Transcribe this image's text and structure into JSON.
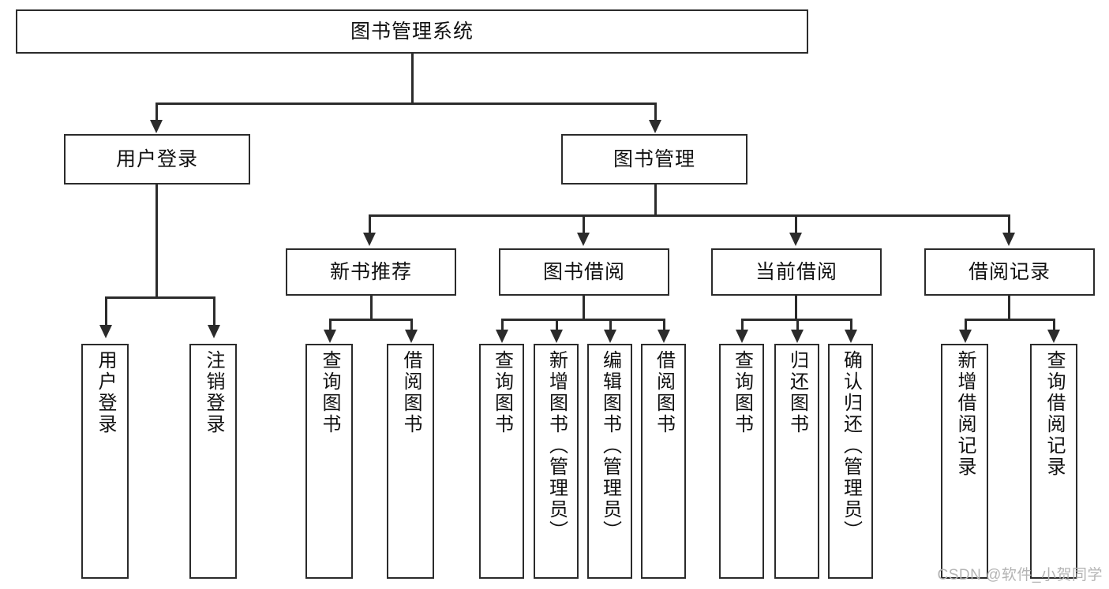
{
  "diagram": {
    "title": "图书管理系统",
    "type": "tree-hierarchy-diagram",
    "watermark": "CSDN @软件_小贺同学",
    "colors": {
      "stroke": "#2b2b2b",
      "fill": "#ffffff",
      "text": "#111111",
      "watermark": "#b4b4b4"
    }
  },
  "root": {
    "label": "图书管理系统"
  },
  "level2": [
    {
      "label": "用户登录"
    },
    {
      "label": "图书管理"
    }
  ],
  "level3": [
    {
      "label": "新书推荐"
    },
    {
      "label": "图书借阅"
    },
    {
      "label": "当前借阅"
    },
    {
      "label": "借阅记录"
    }
  ],
  "leaves": {
    "user_login": [
      {
        "label": "用户登录"
      },
      {
        "label": "注销登录"
      }
    ],
    "new_book_recommend": [
      {
        "label": "查询图书"
      },
      {
        "label": "借阅图书"
      }
    ],
    "book_borrow": [
      {
        "label": "查询图书"
      },
      {
        "label": "新增图书（管理员）"
      },
      {
        "label": "编辑图书（管理员）"
      },
      {
        "label": "借阅图书"
      }
    ],
    "current_borrow": [
      {
        "label": "查询图书"
      },
      {
        "label": "归还图书"
      },
      {
        "label": "确认归还（管理员）"
      }
    ],
    "borrow_record": [
      {
        "label": "新增借阅记录"
      },
      {
        "label": "查询借阅记录"
      }
    ]
  }
}
